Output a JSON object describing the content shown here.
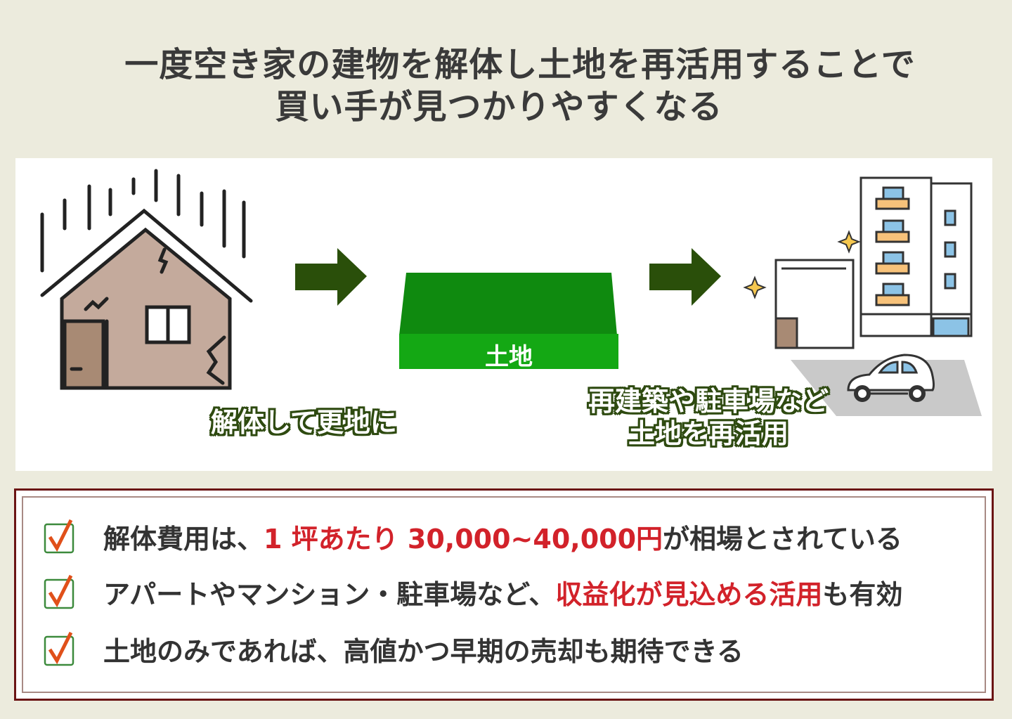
{
  "title": {
    "line1": "一度空き家の建物を解体し土地を再活用することで",
    "line2": "買い手が見つかりやすくなる"
  },
  "diagram": {
    "step1_label": "解体して更地に",
    "land_label": "土地",
    "step3_label_line1": "再建築や駐車場など",
    "step3_label_line2": "土地を再活用"
  },
  "points": [
    {
      "before": "解体費用は、",
      "highlight": "1 坪あたり 30,000~40,000円",
      "after": "が相場とされている"
    },
    {
      "before": "アパートやマンション・駐車場など、",
      "highlight": "収益化が見込める活用",
      "after": "も有効"
    },
    {
      "before": "土地のみであれば、高値かつ早期の売却も期待できる",
      "highlight": "",
      "after": ""
    }
  ],
  "colors": {
    "arrow": "#2a4f0a",
    "land_top": "#0f8a0f",
    "land_front": "#14a814",
    "highlight": "#d2222a",
    "check": "#e0501a",
    "check_box": "#3c8a3c"
  }
}
